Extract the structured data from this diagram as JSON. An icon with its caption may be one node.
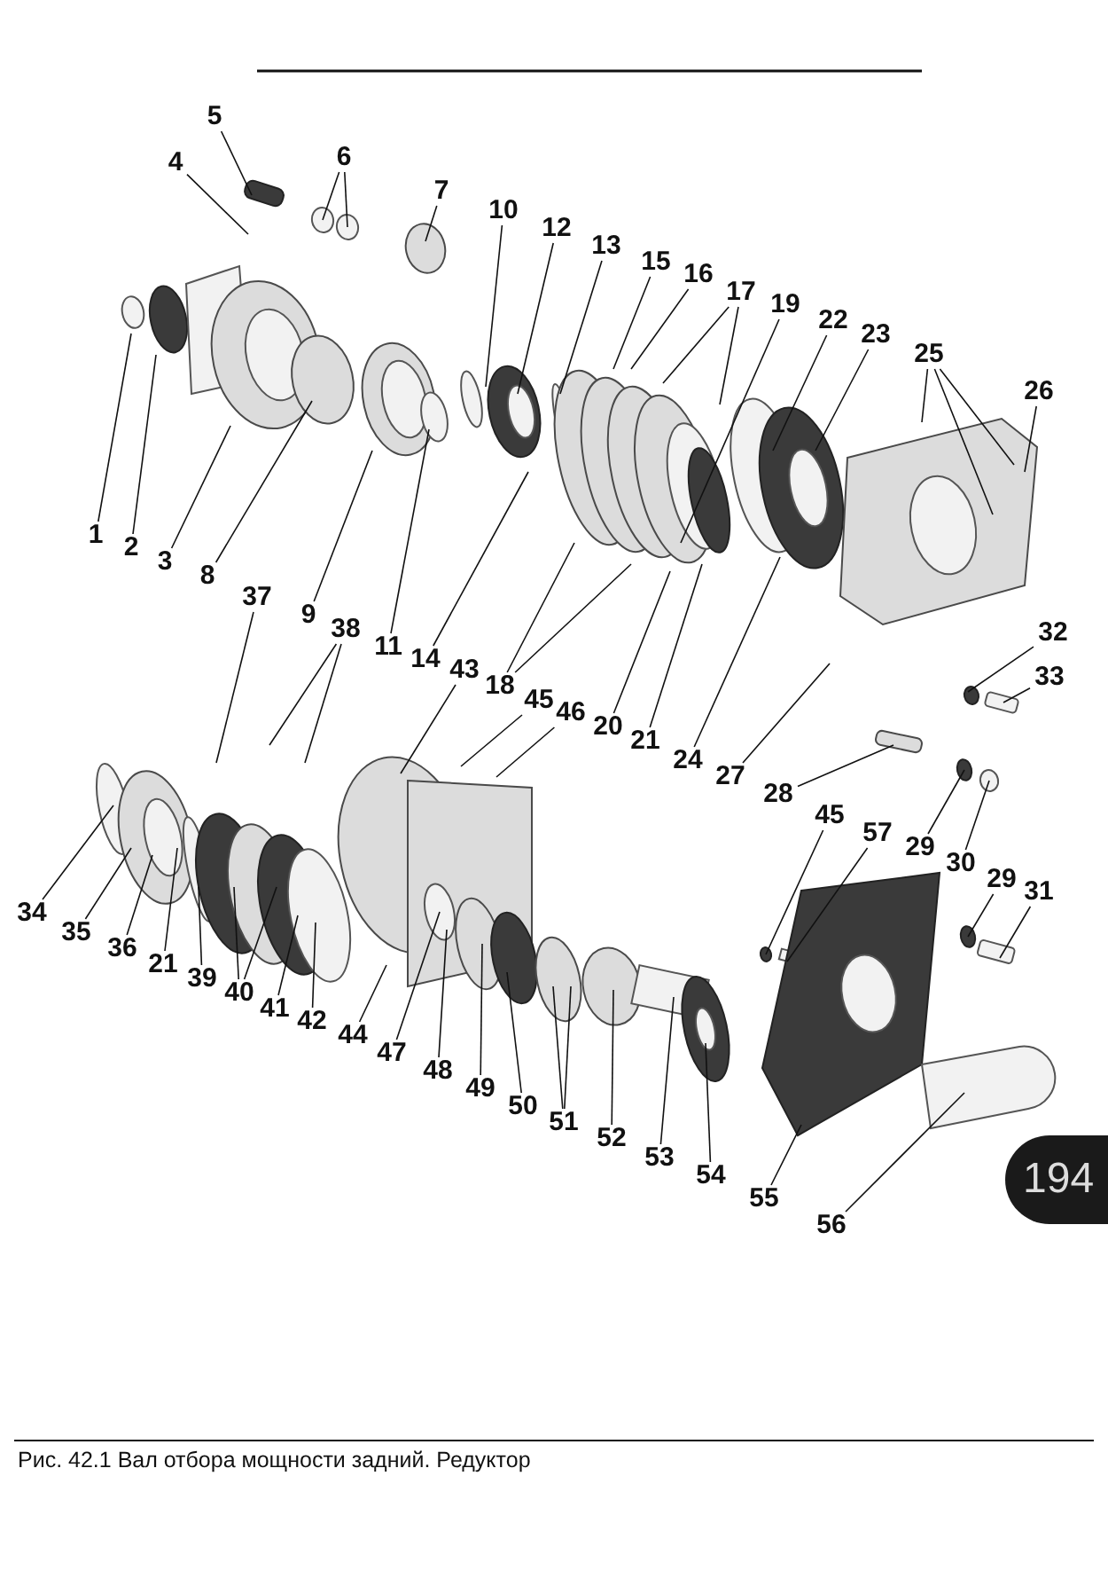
{
  "diagram": {
    "caption": "Рис. 42.1  Вал отбора мощности задний. Редуктор",
    "nodes": [
      {
        "text": [
          "1"
        ]
      },
      {
        "text": [
          "2"
        ]
      },
      {
        "text": [
          "3"
        ]
      },
      {
        "text": [
          "4"
        ]
      },
      {
        "text": [
          "5"
        ]
      },
      {
        "text": [
          "6"
        ]
      },
      {
        "text": [
          "7"
        ]
      },
      {
        "text": [
          "8"
        ]
      },
      {
        "text": [
          "9"
        ]
      },
      {
        "text": [
          "10"
        ]
      },
      {
        "text": [
          "11"
        ]
      },
      {
        "text": [
          "12"
        ]
      },
      {
        "text": [
          "13"
        ]
      },
      {
        "text": [
          "14"
        ]
      },
      {
        "text": [
          "15"
        ]
      },
      {
        "text": [
          "16"
        ]
      },
      {
        "text": [
          "17"
        ]
      },
      {
        "text": [
          "18"
        ]
      },
      {
        "text": [
          "19"
        ]
      },
      {
        "text": [
          "20"
        ]
      },
      {
        "text": [
          "21"
        ]
      },
      {
        "text": [
          "22"
        ]
      },
      {
        "text": [
          "23"
        ]
      },
      {
        "text": [
          "24"
        ]
      },
      {
        "text": [
          "25"
        ]
      },
      {
        "text": [
          "26"
        ]
      },
      {
        "text": [
          "27"
        ]
      },
      {
        "text": [
          "28"
        ]
      },
      {
        "text": [
          "29"
        ]
      },
      {
        "text": [
          "30"
        ]
      },
      {
        "text": [
          "29"
        ]
      },
      {
        "text": [
          "31"
        ]
      },
      {
        "text": [
          "32"
        ]
      },
      {
        "text": [
          "33"
        ]
      },
      {
        "text": [
          "34"
        ]
      },
      {
        "text": [
          "35"
        ]
      },
      {
        "text": [
          "36"
        ]
      },
      {
        "text": [
          "21"
        ]
      },
      {
        "text": [
          "37"
        ]
      },
      {
        "text": [
          "38"
        ]
      },
      {
        "text": [
          "39"
        ]
      },
      {
        "text": [
          "40"
        ]
      },
      {
        "text": [
          "41"
        ]
      },
      {
        "text": [
          "42"
        ]
      },
      {
        "text": [
          "43"
        ]
      },
      {
        "text": [
          "44"
        ]
      },
      {
        "text": [
          "45"
        ]
      },
      {
        "text": [
          "46"
        ]
      },
      {
        "text": [
          "47"
        ]
      },
      {
        "text": [
          "48"
        ]
      },
      {
        "text": [
          "49"
        ]
      },
      {
        "text": [
          "50"
        ]
      },
      {
        "text": [
          "51"
        ]
      },
      {
        "text": [
          "52"
        ]
      },
      {
        "text": [
          "53"
        ]
      },
      {
        "text": [
          "54"
        ]
      },
      {
        "text": [
          "55"
        ]
      },
      {
        "text": [
          "56"
        ]
      },
      {
        "text": [
          "45"
        ]
      },
      {
        "text": [
          "57"
        ]
      }
    ],
    "edges": [
      {
        "from": 0,
        "to": null,
        "arrow": "none"
      },
      {
        "from": 1,
        "to": null,
        "arrow": "none"
      },
      {
        "from": 2,
        "to": null,
        "arrow": "none"
      },
      {
        "from": 3,
        "to": null,
        "arrow": "none"
      },
      {
        "from": 4,
        "to": null,
        "arrow": "none"
      },
      {
        "from": 5,
        "to": null,
        "arrow": "none"
      },
      {
        "from": 5,
        "to": null,
        "arrow": "none"
      },
      {
        "from": 6,
        "to": null,
        "arrow": "none"
      },
      {
        "from": 7,
        "to": null,
        "arrow": "none"
      },
      {
        "from": 8,
        "to": null,
        "arrow": "none"
      },
      {
        "from": 9,
        "to": null,
        "arrow": "none"
      },
      {
        "from": 10,
        "to": null,
        "arrow": "none"
      },
      {
        "from": 11,
        "to": null,
        "arrow": "none"
      },
      {
        "from": 12,
        "to": null,
        "arrow": "none"
      },
      {
        "from": 13,
        "to": null,
        "arrow": "none"
      },
      {
        "from": 14,
        "to": null,
        "arrow": "none"
      },
      {
        "from": 15,
        "to": null,
        "arrow": "none"
      },
      {
        "from": 16,
        "to": null,
        "arrow": "none"
      },
      {
        "from": 16,
        "to": null,
        "arrow": "none"
      },
      {
        "from": 17,
        "to": null,
        "arrow": "none"
      },
      {
        "from": 17,
        "to": null,
        "arrow": "none"
      },
      {
        "from": 18,
        "to": null,
        "arrow": "none"
      },
      {
        "from": 19,
        "to": null,
        "arrow": "none"
      },
      {
        "from": 20,
        "to": null,
        "arrow": "none"
      },
      {
        "from": 21,
        "to": null,
        "arrow": "none"
      },
      {
        "from": 22,
        "to": null,
        "arrow": "none"
      },
      {
        "from": 23,
        "to": null,
        "arrow": "none"
      },
      {
        "from": 24,
        "to": null,
        "arrow": "none"
      },
      {
        "from": 24,
        "to": null,
        "arrow": "none"
      },
      {
        "from": 24,
        "to": null,
        "arrow": "none"
      },
      {
        "from": 25,
        "to": null,
        "arrow": "none"
      },
      {
        "from": 26,
        "to": null,
        "arrow": "none"
      },
      {
        "from": 27,
        "to": null,
        "arrow": "none"
      },
      {
        "from": 28,
        "to": null,
        "arrow": "none"
      },
      {
        "from": 29,
        "to": null,
        "arrow": "none"
      },
      {
        "from": 30,
        "to": null,
        "arrow": "none"
      },
      {
        "from": 31,
        "to": null,
        "arrow": "none"
      },
      {
        "from": 32,
        "to": null,
        "arrow": "none"
      },
      {
        "from": 33,
        "to": null,
        "arrow": "none"
      },
      {
        "from": 34,
        "to": null,
        "arrow": "none"
      },
      {
        "from": 35,
        "to": null,
        "arrow": "none"
      },
      {
        "from": 36,
        "to": null,
        "arrow": "none"
      },
      {
        "from": 37,
        "to": null,
        "arrow": "none"
      },
      {
        "from": 38,
        "to": null,
        "arrow": "none"
      },
      {
        "from": 39,
        "to": null,
        "arrow": "none"
      },
      {
        "from": 39,
        "to": null,
        "arrow": "none"
      },
      {
        "from": 40,
        "to": null,
        "arrow": "none"
      },
      {
        "from": 41,
        "to": null,
        "arrow": "none"
      },
      {
        "from": 41,
        "to": null,
        "arrow": "none"
      },
      {
        "from": 42,
        "to": null,
        "arrow": "none"
      },
      {
        "from": 43,
        "to": null,
        "arrow": "none"
      },
      {
        "from": 44,
        "to": null,
        "arrow": "none"
      },
      {
        "from": 45,
        "to": null,
        "arrow": "none"
      },
      {
        "from": 46,
        "to": null,
        "arrow": "none"
      },
      {
        "from": 47,
        "to": null,
        "arrow": "none"
      },
      {
        "from": 48,
        "to": null,
        "arrow": "none"
      },
      {
        "from": 49,
        "to": null,
        "arrow": "none"
      },
      {
        "from": 50,
        "to": null,
        "arrow": "none"
      },
      {
        "from": 51,
        "to": null,
        "arrow": "none"
      },
      {
        "from": 52,
        "to": null,
        "arrow": "none"
      },
      {
        "from": 52,
        "to": null,
        "arrow": "none"
      },
      {
        "from": 53,
        "to": null,
        "arrow": "none"
      },
      {
        "from": 54,
        "to": null,
        "arrow": "none"
      },
      {
        "from": 55,
        "to": null,
        "arrow": "none"
      },
      {
        "from": 56,
        "to": null,
        "arrow": "none"
      },
      {
        "from": 57,
        "to": null,
        "arrow": "none"
      },
      {
        "from": 58,
        "to": null,
        "arrow": "none"
      },
      {
        "from": 59,
        "to": null,
        "arrow": "none"
      }
    ],
    "labels": [
      "194"
    ]
  }
}
